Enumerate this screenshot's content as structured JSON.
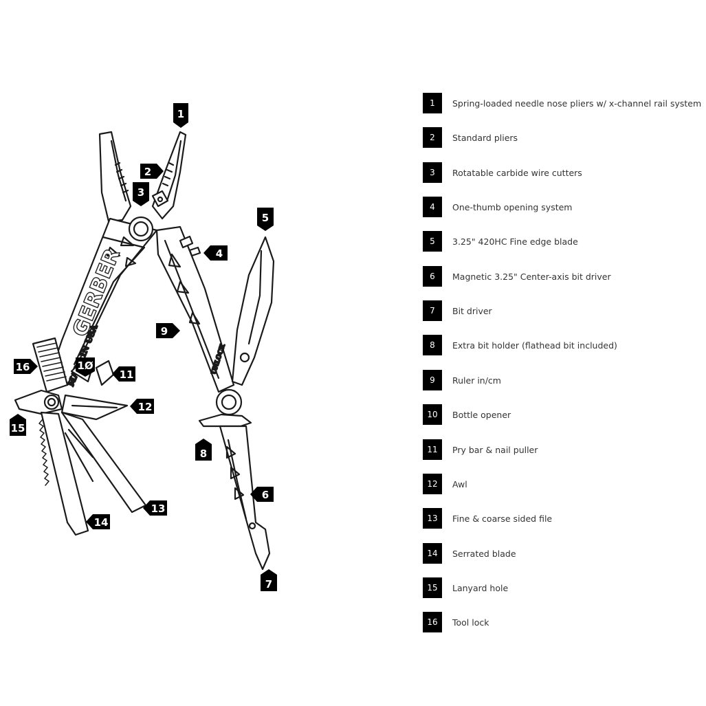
{
  "brand_text": "GERBER",
  "made_in_text": "MADE IN USA",
  "unlock_text": "UNLOCK",
  "callout_labels": [
    "1",
    "2",
    "3",
    "4",
    "5",
    "6",
    "7",
    "8",
    "9",
    "1Ø",
    "11",
    "12",
    "13",
    "14",
    "15",
    "16"
  ],
  "legend": [
    {
      "num": "1",
      "text": "Spring-loaded needle nose pliers w/ x-channel rail system"
    },
    {
      "num": "2",
      "text": "Standard pliers"
    },
    {
      "num": "3",
      "text": "Rotatable carbide wire cutters"
    },
    {
      "num": "4",
      "text": "One-thumb opening system"
    },
    {
      "num": "5",
      "text": "3.25\" 420HC Fine edge blade"
    },
    {
      "num": "6",
      "text": "Magnetic 3.25\" Center-axis bit driver"
    },
    {
      "num": "7",
      "text": "Bit driver"
    },
    {
      "num": "8",
      "text": "Extra bit holder (flathead bit included)"
    },
    {
      "num": "9",
      "text": "Ruler in/cm"
    },
    {
      "num": "10",
      "text": "Bottle opener"
    },
    {
      "num": "11",
      "text": "Pry bar & nail puller"
    },
    {
      "num": "12",
      "text": "Awl"
    },
    {
      "num": "13",
      "text": "Fine & coarse sided file"
    },
    {
      "num": "14",
      "text": "Serrated blade"
    },
    {
      "num": "15",
      "text": "Lanyard hole"
    },
    {
      "num": "16",
      "text": "Tool lock"
    }
  ]
}
